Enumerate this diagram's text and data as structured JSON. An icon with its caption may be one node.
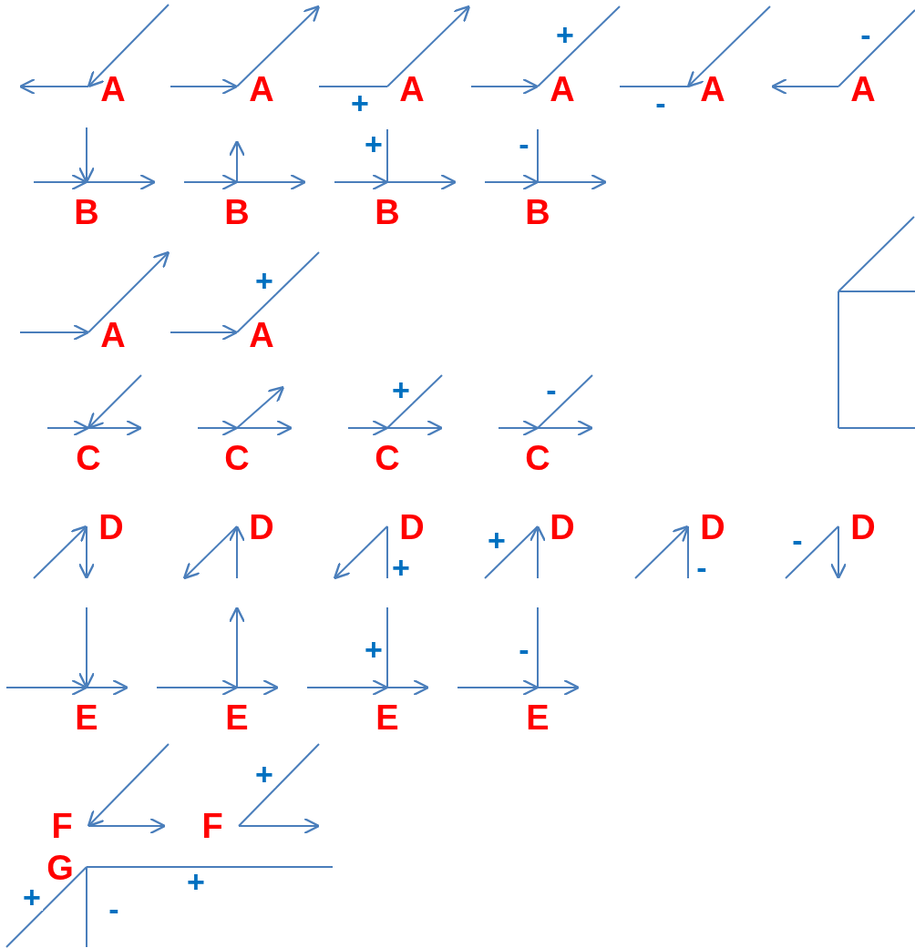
{
  "diagram": {
    "nodes": [
      {
        "text": [
          "A"
        ]
      },
      {
        "text": [
          "A"
        ]
      },
      {
        "text": [
          "A"
        ]
      },
      {
        "text": [
          "A"
        ]
      },
      {
        "text": [
          "A"
        ]
      },
      {
        "text": [
          "A"
        ]
      },
      {
        "text": [
          "B"
        ]
      },
      {
        "text": [
          "B"
        ]
      },
      {
        "text": [
          "B"
        ]
      },
      {
        "text": [
          "B"
        ]
      },
      {
        "text": [
          "A"
        ]
      },
      {
        "text": [
          "A"
        ]
      },
      {
        "text": [
          "C"
        ]
      },
      {
        "text": [
          "C"
        ]
      },
      {
        "text": [
          "C"
        ]
      },
      {
        "text": [
          "C"
        ]
      },
      {
        "text": [
          "D"
        ]
      },
      {
        "text": [
          "D"
        ]
      },
      {
        "text": [
          "D"
        ]
      },
      {
        "text": [
          "D"
        ]
      },
      {
        "text": [
          "D"
        ]
      },
      {
        "text": [
          "D"
        ]
      },
      {
        "text": [
          "E"
        ]
      },
      {
        "text": [
          "E"
        ]
      },
      {
        "text": [
          "E"
        ]
      },
      {
        "text": [
          "E"
        ]
      },
      {
        "text": [
          "F"
        ]
      },
      {
        "text": [
          "F"
        ]
      },
      {
        "text": [
          "G"
        ]
      }
    ],
    "edges": [
      {
        "from": 0,
        "to": null,
        "arrow": "to"
      },
      {
        "from": null,
        "to": 0,
        "arrow": "to"
      },
      {
        "from": null,
        "to": 1,
        "arrow": "to"
      },
      {
        "from": 1,
        "to": null,
        "arrow": "to"
      },
      {
        "from": 2,
        "to": null,
        "arrow": "none",
        "label": "+"
      },
      {
        "from": 2,
        "to": null,
        "arrow": "to"
      },
      {
        "from": null,
        "to": 3,
        "arrow": "to"
      },
      {
        "from": 3,
        "to": null,
        "arrow": "none",
        "label": "+"
      },
      {
        "from": 4,
        "to": null,
        "arrow": "none",
        "label": "-"
      },
      {
        "from": null,
        "to": 4,
        "arrow": "to"
      },
      {
        "from": 5,
        "to": null,
        "arrow": "to"
      },
      {
        "from": 5,
        "to": null,
        "arrow": "none",
        "label": "-"
      },
      {
        "from": null,
        "to": 6,
        "arrow": "to"
      },
      {
        "from": null,
        "to": 6,
        "arrow": "to"
      },
      {
        "from": 6,
        "to": null,
        "arrow": "to"
      },
      {
        "from": 7,
        "to": null,
        "arrow": "to"
      },
      {
        "from": null,
        "to": 7,
        "arrow": "to"
      },
      {
        "from": 7,
        "to": null,
        "arrow": "to"
      },
      {
        "from": 8,
        "to": null,
        "arrow": "none",
        "label": "+"
      },
      {
        "from": null,
        "to": 8,
        "arrow": "to"
      },
      {
        "from": 8,
        "to": null,
        "arrow": "to"
      },
      {
        "from": 9,
        "to": null,
        "arrow": "none",
        "label": "-"
      },
      {
        "from": null,
        "to": 9,
        "arrow": "to"
      },
      {
        "from": 9,
        "to": null,
        "arrow": "to"
      },
      {
        "from": null,
        "to": 10,
        "arrow": "to"
      },
      {
        "from": 10,
        "to": null,
        "arrow": "to"
      },
      {
        "from": null,
        "to": 11,
        "arrow": "to"
      },
      {
        "from": 11,
        "to": null,
        "arrow": "none",
        "label": "+"
      },
      {
        "from": null,
        "to": 12,
        "arrow": "to"
      },
      {
        "from": 12,
        "to": null,
        "arrow": "to"
      },
      {
        "from": null,
        "to": 12,
        "arrow": "to"
      },
      {
        "from": null,
        "to": 13,
        "arrow": "to"
      },
      {
        "from": 13,
        "to": null,
        "arrow": "to"
      },
      {
        "from": 13,
        "to": null,
        "arrow": "to"
      },
      {
        "from": null,
        "to": 14,
        "arrow": "to"
      },
      {
        "from": 14,
        "to": null,
        "arrow": "to"
      },
      {
        "from": 14,
        "to": null,
        "arrow": "none",
        "label": "+"
      },
      {
        "from": null,
        "to": 15,
        "arrow": "to"
      },
      {
        "from": 15,
        "to": null,
        "arrow": "to"
      },
      {
        "from": 15,
        "to": null,
        "arrow": "none",
        "label": "-"
      },
      {
        "from": null,
        "to": 16,
        "arrow": "to"
      },
      {
        "from": 16,
        "to": null,
        "arrow": "to"
      },
      {
        "from": 17,
        "to": null,
        "arrow": "to"
      },
      {
        "from": null,
        "to": 17,
        "arrow": "to"
      },
      {
        "from": 18,
        "to": null,
        "arrow": "to"
      },
      {
        "from": 18,
        "to": null,
        "arrow": "none",
        "label": "+"
      },
      {
        "from": 19,
        "to": null,
        "arrow": "none",
        "label": "+"
      },
      {
        "from": null,
        "to": 19,
        "arrow": "to"
      },
      {
        "from": null,
        "to": 20,
        "arrow": "to"
      },
      {
        "from": 20,
        "to": null,
        "arrow": "none",
        "label": "-"
      },
      {
        "from": 21,
        "to": null,
        "arrow": "none",
        "label": "-"
      },
      {
        "from": 21,
        "to": null,
        "arrow": "to"
      },
      {
        "from": null,
        "to": 22,
        "arrow": "to"
      },
      {
        "from": null,
        "to": 22,
        "arrow": "to"
      },
      {
        "from": 22,
        "to": null,
        "arrow": "to"
      },
      {
        "from": 23,
        "to": null,
        "arrow": "to"
      },
      {
        "from": null,
        "to": 23,
        "arrow": "to"
      },
      {
        "from": 23,
        "to": null,
        "arrow": "to"
      },
      {
        "from": 24,
        "to": null,
        "arrow": "none",
        "label": "+"
      },
      {
        "from": null,
        "to": 24,
        "arrow": "to"
      },
      {
        "from": 24,
        "to": null,
        "arrow": "to"
      },
      {
        "from": 25,
        "to": null,
        "arrow": "none",
        "label": "-"
      },
      {
        "from": null,
        "to": 25,
        "arrow": "to"
      },
      {
        "from": 25,
        "to": null,
        "arrow": "to"
      },
      {
        "from": null,
        "to": 26,
        "arrow": "to"
      },
      {
        "from": 26,
        "to": null,
        "arrow": "to"
      },
      {
        "from": 27,
        "to": null,
        "arrow": "none",
        "label": "+"
      },
      {
        "from": 27,
        "to": null,
        "arrow": "to"
      },
      {
        "from": 28,
        "to": null,
        "arrow": "none",
        "label": "+"
      },
      {
        "from": 28,
        "to": null,
        "arrow": "none",
        "label": "-"
      },
      {
        "from": 28,
        "to": null,
        "arrow": "none",
        "label": "+"
      }
    ]
  }
}
